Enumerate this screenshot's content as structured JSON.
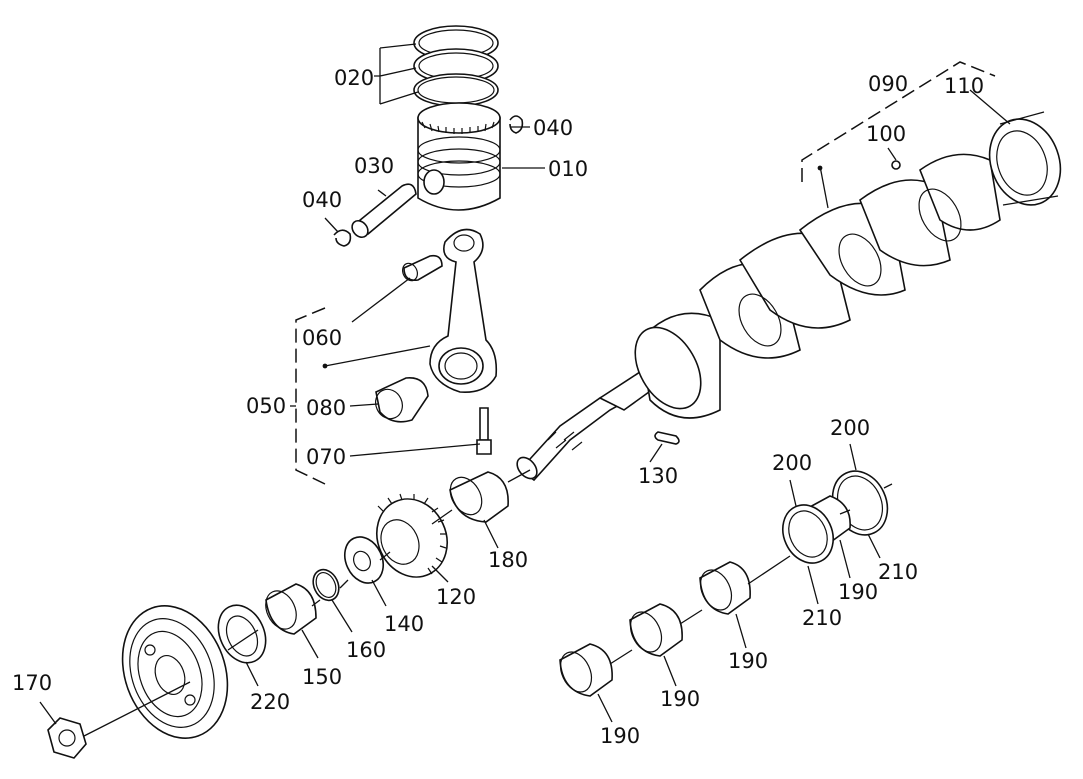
{
  "callouts": {
    "c020": "020",
    "c040a": "040",
    "c010": "010",
    "c030": "030",
    "c040b": "040",
    "c060": "060",
    "c050": "050",
    "c080": "080",
    "c070": "070",
    "c090": "090",
    "c110": "110",
    "c100": "100",
    "c130": "130",
    "c180": "180",
    "c120": "120",
    "c140": "140",
    "c160": "160",
    "c150": "150",
    "c220": "220",
    "c170": "170",
    "c200a": "200",
    "c200b": "200",
    "c210a": "210",
    "c190a": "190",
    "c210b": "210",
    "c190b": "190",
    "c190c": "190",
    "c190d": "190"
  }
}
